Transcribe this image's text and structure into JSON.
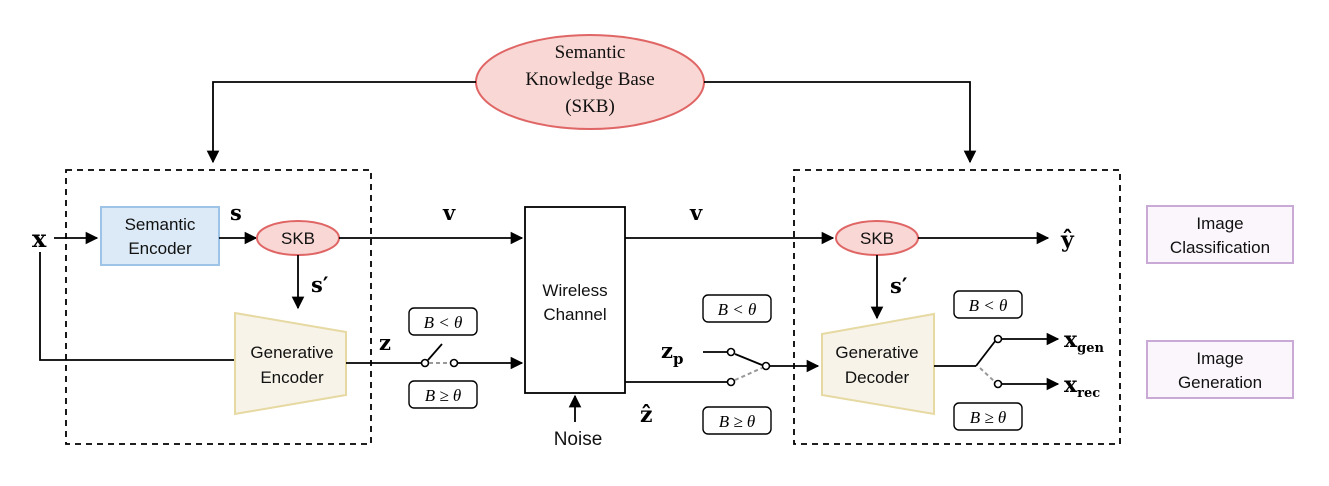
{
  "skb_main": {
    "line1": "Semantic",
    "line2": "Knowledge Base",
    "line3": "(SKB)"
  },
  "semantic_encoder": {
    "line1": "Semantic",
    "line2": "Encoder"
  },
  "generative_encoder": {
    "line1": "Generative",
    "line2": "Encoder"
  },
  "generative_decoder": {
    "line1": "Generative",
    "line2": "Decoder"
  },
  "wireless_channel": {
    "line1": "Wireless",
    "line2": "Channel"
  },
  "skb_small_label": "SKB",
  "noise_label": "Noise",
  "outputs": {
    "classification": {
      "line1": "Image",
      "line2": "Classification"
    },
    "generation": {
      "line1": "Image",
      "line2": "Generation"
    }
  },
  "symbols": {
    "x": "x",
    "s": "s",
    "s_prime": "s′",
    "v": "v",
    "z": "z",
    "z_p": "z",
    "z_p_sub": "p",
    "z_hat": "ẑ",
    "y_hat": "ŷ",
    "x_gen": "x",
    "x_gen_sub": "gen",
    "x_rec": "x",
    "x_rec_sub": "rec"
  },
  "conditions": {
    "lt": "B < θ",
    "ge": "B ≥ θ"
  },
  "colors": {
    "skb_fill": "#f8d7d4",
    "skb_stroke": "#e06666",
    "sem_enc_fill": "#dbeaf6",
    "sem_enc_stroke": "#9dc3e6",
    "gen_fill": "#f7f3e8",
    "gen_stroke": "#e6d9a2",
    "task_fill": "#faf6fb",
    "task_stroke": "#c9a9d6"
  }
}
